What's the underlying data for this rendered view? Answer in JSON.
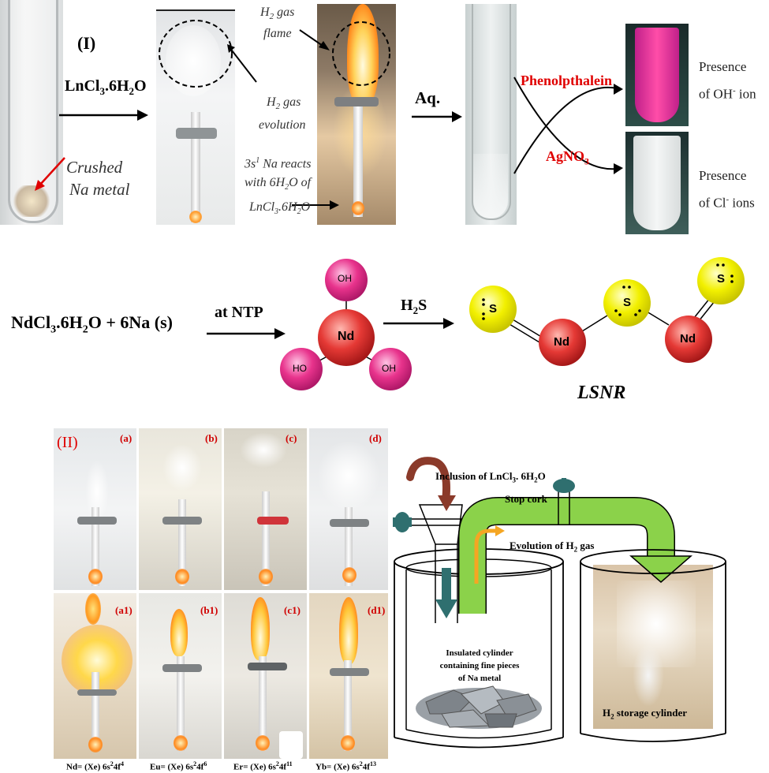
{
  "panel1": {
    "label": "(I)",
    "reagent": "LnCl",
    "reagent_sub": "3",
    "reagent_tail": ".6H",
    "reagent_sub2": "2",
    "reagent_end": "O",
    "crushed_na": "Crushed",
    "crushed_na2": "Na metal",
    "h2_flame_1": "H",
    "h2_flame_sub": "2",
    "h2_flame_2": " gas",
    "h2_flame_3": "flame",
    "h2_evo_1": "H",
    "h2_evo_sub": "2",
    "h2_evo_2": " gas",
    "h2_evo_3": "evolution",
    "react_1": "3s",
    "react_sup": "1",
    "react_2": " Na reacts",
    "react_3": "with 6H",
    "react_sub": "2",
    "react_4": "O of",
    "react_5": "LnCl",
    "react_sub2": "3",
    "react_6": ".6H",
    "react_sub3": "2",
    "react_7": "O",
    "aq": "Aq.",
    "phenol": "Phenolpthalein",
    "agno3": "AgNO",
    "agno3_sub": "3",
    "oh_1": "Presence",
    "oh_2": "of  OH",
    "oh_sup": "-",
    "oh_3": " ion",
    "cl_1": "Presence",
    "cl_2": "of  Cl",
    "cl_sup": "-",
    "cl_3": " ions"
  },
  "equation": {
    "lhs_1": "NdCl",
    "lhs_sub": "3",
    "lhs_2": ".6H",
    "lhs_sub2": "2",
    "lhs_3": "O  +  6Na (s)",
    "condition": "at NTP",
    "reagent2": "H",
    "reagent2_sub": "2",
    "reagent2_tail": "S",
    "product": "LSNR"
  },
  "molecule1": {
    "center": "Nd",
    "top": "OH",
    "left": "HO",
    "right": "OH"
  },
  "molecule2": {
    "s_left": "S",
    "nd_left": "Nd",
    "s_mid": "S",
    "nd_right": "Nd",
    "s_right": "S"
  },
  "panel2": {
    "label": "(II)",
    "tiles": [
      "(a)",
      "(b)",
      "(c)",
      "(d)",
      "(a1)",
      "(b1)",
      "(c1)",
      "(d1)"
    ],
    "configs": [
      {
        "a": "Nd= (Xe) 6s",
        "s1": "2",
        "b": "4f",
        "s2": "4"
      },
      {
        "a": "Eu= (Xe) 6s",
        "s1": "2",
        "b": "4f",
        "s2": "6"
      },
      {
        "a": "Er= (Xe) 6s",
        "s1": "2",
        "b": "4f",
        "s2": "11"
      },
      {
        "a": "Yb= (Xe) 6s",
        "s1": "2",
        "b": "4f",
        "s2": "13"
      }
    ]
  },
  "apparatus": {
    "inclusion_1": "Inclusion of LnCl",
    "inclusion_sub": "3",
    "inclusion_2": ". 6H",
    "inclusion_sub2": "2",
    "inclusion_3": "O",
    "stop_cork": "Stop cork",
    "evolution_1": "Evolution of H",
    "evolution_sub": "2",
    "evolution_2": " gas",
    "insulated_1": "Insulated cylinder",
    "insulated_2": "containing fine pieces",
    "insulated_3": "of Na metal",
    "storage_1": "H",
    "storage_sub": "2",
    "storage_2": " storage cylinder"
  },
  "colors": {
    "red_label": "#e00000",
    "pink_atom": "#e5338a",
    "red_atom": "#e53935",
    "yellow_atom": "#f0f000",
    "pipe_green": "#8bd24a",
    "teal": "#2f6f6f"
  }
}
